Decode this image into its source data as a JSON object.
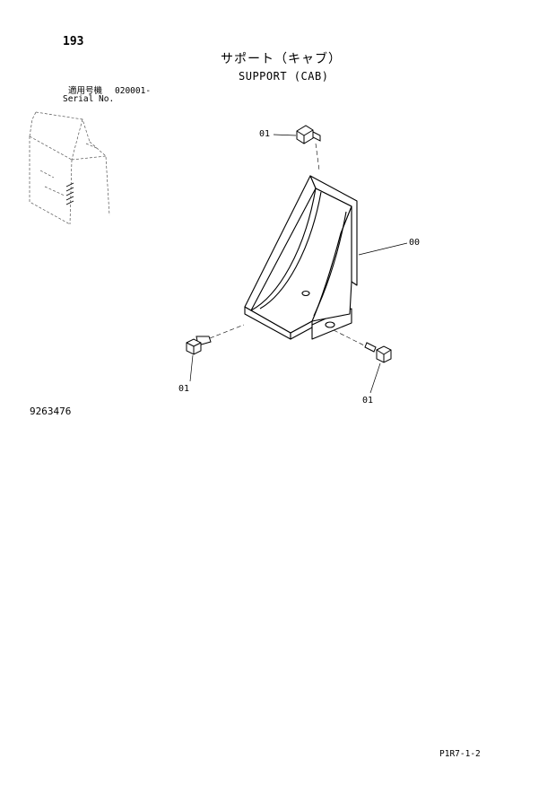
{
  "page": {
    "number": "193"
  },
  "title": {
    "japanese": "サポート（キャブ）",
    "english": "SUPPORT (CAB)"
  },
  "serial": {
    "label_jp": "適用号機",
    "value": "020001-",
    "label_en": "Serial No."
  },
  "callouts": {
    "bolt_top": "01",
    "bracket": "00",
    "bolt_left": "01",
    "bolt_right": "01"
  },
  "part_number": "9263476",
  "footer": {
    "code": "P1R7-1-2"
  }
}
